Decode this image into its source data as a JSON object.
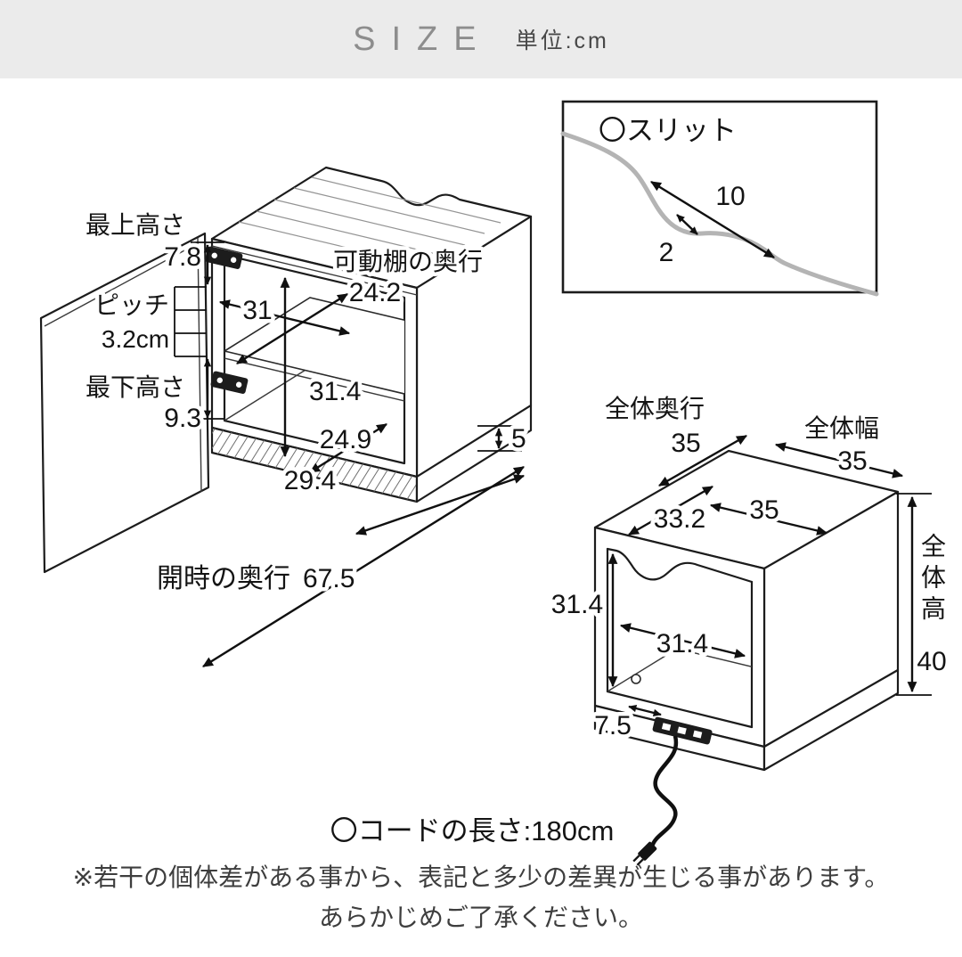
{
  "header": {
    "title": "SIZE",
    "unit": "単位:cm"
  },
  "left_diagram": {
    "top_clearance_label": "最上高さ",
    "top_clearance_value": "7.8",
    "pitch_label": "ピッチ",
    "pitch_value": "3.2cm",
    "bottom_clearance_label": "最下高さ",
    "bottom_clearance_value": "9.3",
    "shelf_depth_label": "可動棚の奥行",
    "shelf_depth_value": "24.2",
    "inner_width": "31",
    "inner_height": "31.4",
    "inner_depth": "24.9",
    "base_height": "5",
    "bottom_depth": "29.4",
    "open_depth_label": "開時の奥行",
    "open_depth_value": "67.5"
  },
  "slit_detail": {
    "title": "〇スリット",
    "length": "10",
    "width": "2"
  },
  "right_diagram": {
    "overall_depth_label": "全体奥行",
    "overall_depth_value": "35",
    "overall_width_label": "全体幅",
    "overall_width_value": "35",
    "top_inner_depth": "33.2",
    "top_width": "35",
    "left_height": "31.4",
    "inner_width": "31.4",
    "overall_height_label": "全体高",
    "overall_height_value": "40",
    "bottom_value": "7.5"
  },
  "notes": {
    "cord": "〇コードの長さ:180cm",
    "disclaimer_line1": "※若干の個体差がある事から、表記と多少の差異が生じる事があります。",
    "disclaimer_line2": "あらかじめご了承ください。"
  }
}
